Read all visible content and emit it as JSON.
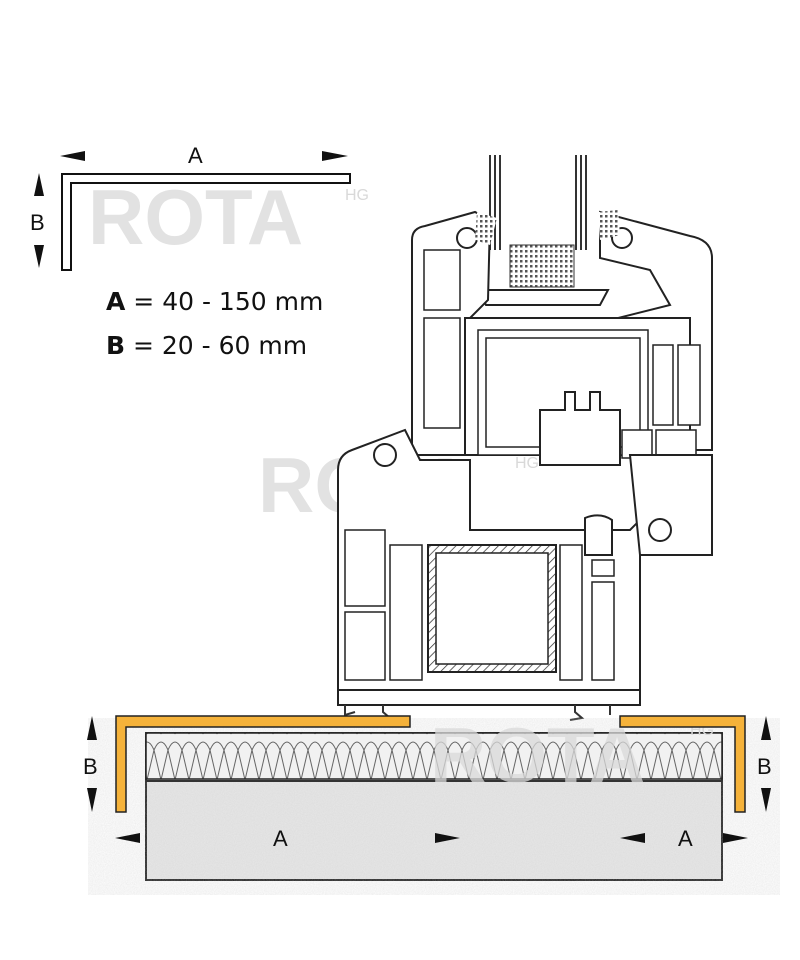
{
  "legend": {
    "label_a": "A",
    "label_b": "B",
    "eq_a_letter": "A",
    "eq_a_text": " = 40 - 150 mm",
    "eq_b_letter": "B",
    "eq_b_text": " = 20 - 60 mm"
  },
  "bottom": {
    "left_a": "A",
    "left_b": "B",
    "right_a": "A",
    "right_b": "B"
  },
  "watermark": {
    "text": "ROTA",
    "suffix": "HG"
  },
  "colors": {
    "sill_profile": "#F5B23A",
    "concrete": "#e8e8e8",
    "insulation": "#f0f0f0"
  }
}
